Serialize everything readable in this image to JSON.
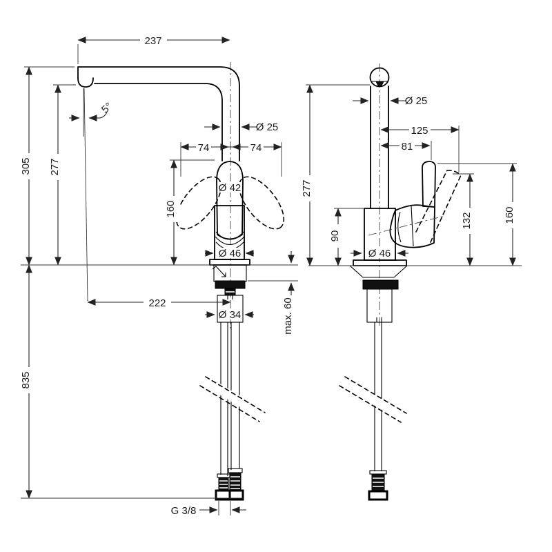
{
  "drawing": {
    "front_view": {
      "spout_reach": "237",
      "total_height": "305",
      "spout_height": "277",
      "stream_angle": "5°",
      "spout_diameter": "Ø 25",
      "handle_swing_left": "74",
      "handle_swing_right": "74",
      "body_height": "160",
      "handle_diameter": "Ø 42",
      "base_diameter": "Ø 46",
      "reach_to_stream": "222",
      "hose_length": "835",
      "shank_diameter": "Ø 34",
      "max_counter_thickness": "max. 60",
      "hose_thread": "G 3/8"
    },
    "side_view": {
      "spout_diameter": "Ø 25",
      "handle_reach_open": "125",
      "handle_reach": "81",
      "spout_height": "277",
      "base_height": "90",
      "base_diameter": "Ø 46",
      "handle_height_open": "132",
      "handle_height": "160"
    }
  }
}
